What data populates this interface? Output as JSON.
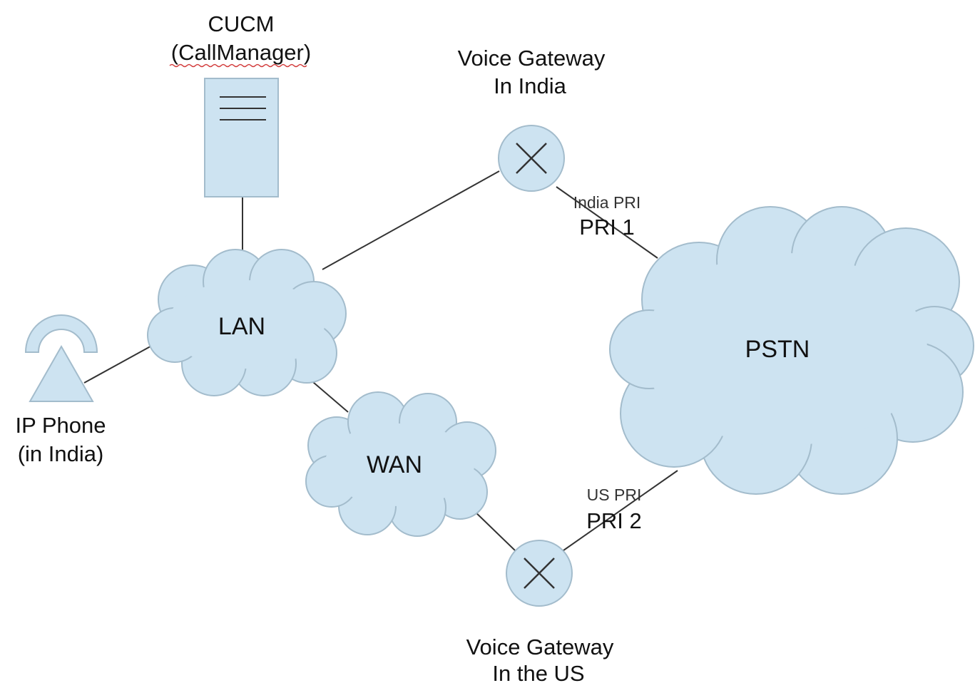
{
  "diagram": {
    "cucm": {
      "line1": "CUCM",
      "line2": "(CallManager)"
    },
    "gateway_india": {
      "line1": "Voice Gateway",
      "line2": "In India"
    },
    "gateway_us": {
      "line1": "Voice Gateway",
      "line2": "In the US"
    },
    "lan": "LAN",
    "wan": "WAN",
    "pstn": "PSTN",
    "phone": {
      "line1": "IP Phone",
      "line2": "(in India)"
    },
    "pri1": {
      "small": "India PRI",
      "label": "PRI 1"
    },
    "pri2": {
      "small": "US PRI",
      "label": "PRI 2"
    },
    "colors": {
      "shape_fill": "#cde3f1",
      "shape_stroke": "#a3bccc",
      "line": "#333333"
    }
  }
}
